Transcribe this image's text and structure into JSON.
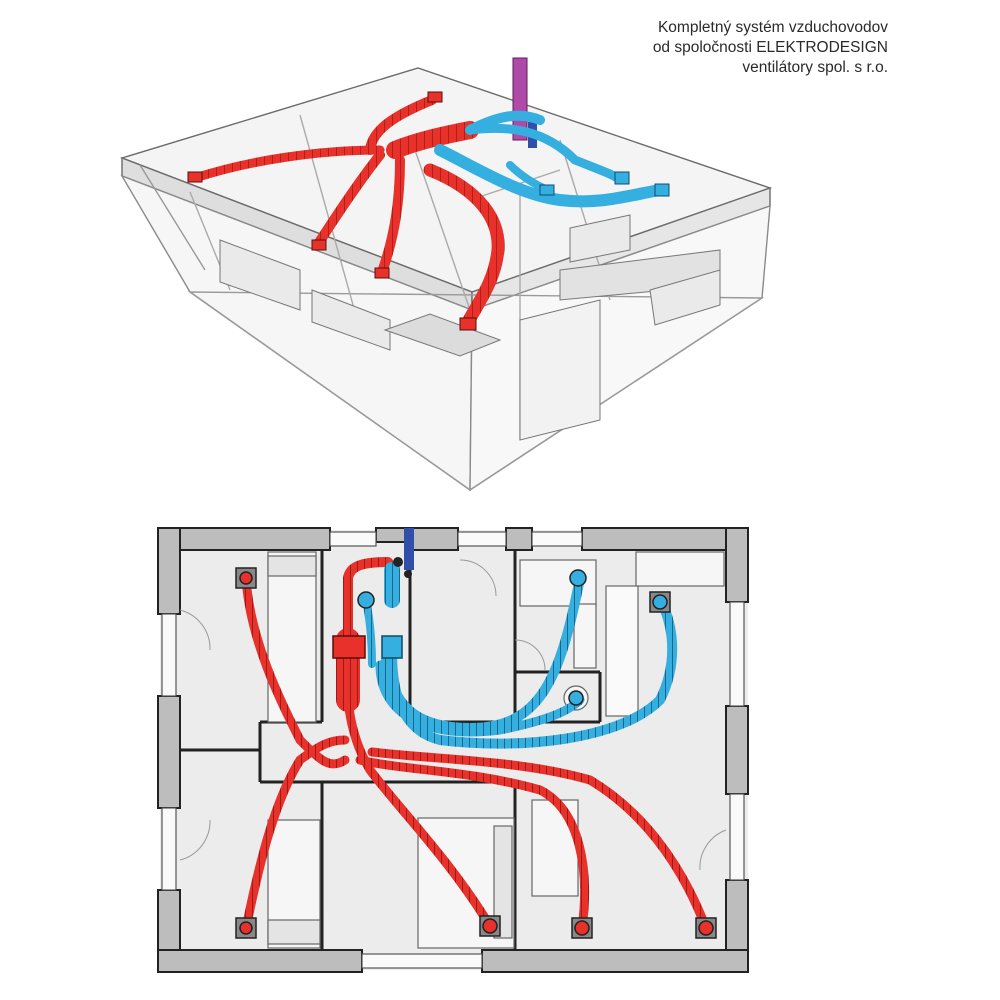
{
  "caption": {
    "line1": "Kompletný systém vzduchovodov",
    "line2": "od spoločnosti ELEKTRODESIGN",
    "line3": "ventilátory spol. s r.o."
  },
  "colors": {
    "supply_duct": "#e8312a",
    "extract_duct": "#35aee0",
    "outdoor_pipe": "#2f4fa8",
    "exhaust_pipe": "#b04aa8",
    "wall": "#bdbdbd",
    "floor": "#ececec"
  },
  "views": {
    "top": "isometric-3d-view",
    "bottom": "floor-plan"
  }
}
